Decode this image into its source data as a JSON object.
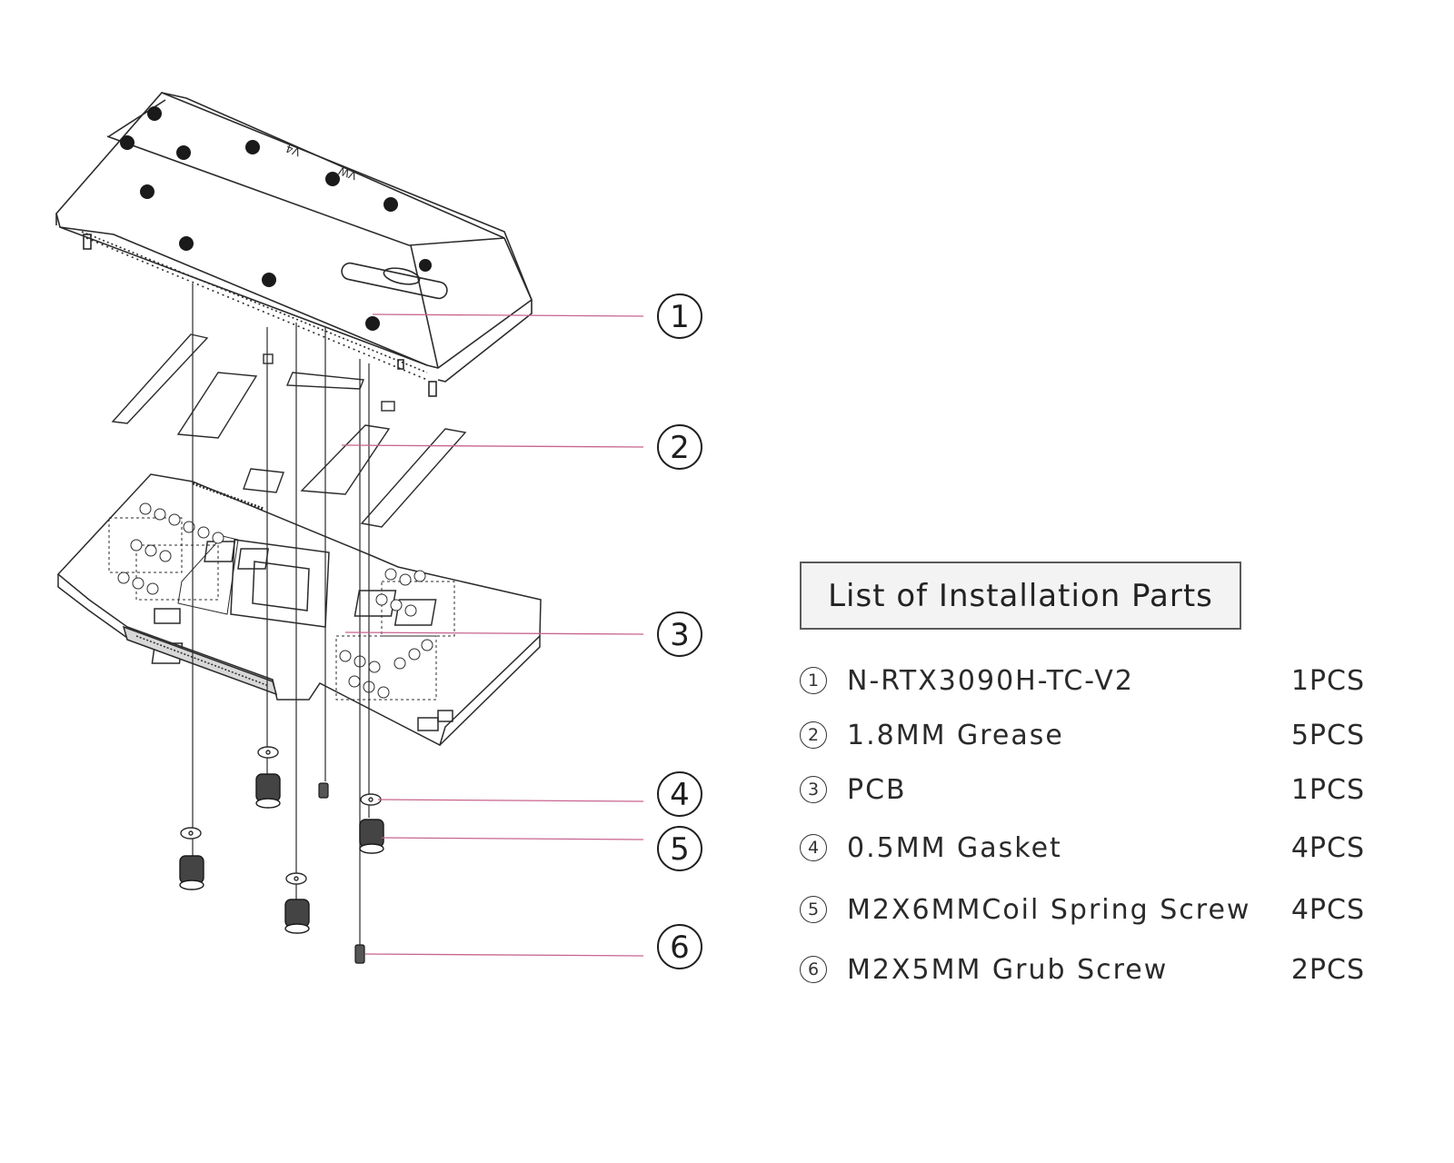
{
  "callouts": [
    "1",
    "2",
    "3",
    "4",
    "5",
    "6"
  ],
  "parts_list": {
    "title": "List of Installation Parts",
    "items": [
      {
        "num": "1",
        "name": "N-RTX3090H-TC-V2",
        "qty": "1PCS"
      },
      {
        "num": "2",
        "name": "1.8MM Grease",
        "qty": "5PCS"
      },
      {
        "num": "3",
        "name": "PCB",
        "qty": "1PCS"
      },
      {
        "num": "4",
        "name": "0.5MM Gasket",
        "qty": "4PCS"
      },
      {
        "num": "5",
        "name": "M2X6MMCoil Spring Screw",
        "qty": "4PCS"
      },
      {
        "num": "6",
        "name": "M2X5MM Grub Screw",
        "qty": "2PCS"
      }
    ]
  },
  "colors": {
    "leader_line": "#c8648e",
    "line_art": "#2b2b2b"
  }
}
